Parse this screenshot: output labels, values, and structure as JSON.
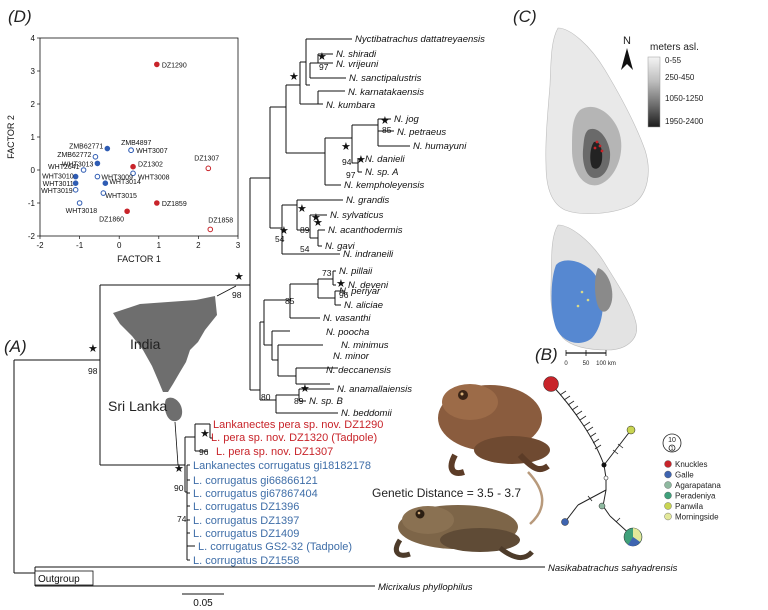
{
  "panels": {
    "a": "(A)",
    "b": "(B)",
    "c": "(C)",
    "d": "(D)"
  },
  "tree": {
    "upper_taxa": [
      "Nyctibatrachus dattatreyaensis",
      "N. shiradi",
      "N. vrijeuni",
      "N. sanctipalustris",
      "N. karnatakaensis",
      "N. kumbara",
      "N. jog",
      "N. petraeus",
      "N. humayuni",
      "N. danieli",
      "N. sp. A",
      "N. kempholeyensis",
      "N. grandis",
      "N. sylvaticus",
      "N. acanthodermis",
      "N. gavi",
      "N. indraneili",
      "N. pillaii",
      "N. deveni",
      "N. periyar",
      "N. aliciae",
      "N. vasanthi",
      "N. poocha",
      "N. minimus",
      "N. minor",
      "N. deccanensis",
      "N. anamallaiensis",
      "N. sp. B",
      "N. beddomii"
    ],
    "lanka_pera": [
      "Lankanectes pera sp. nov. DZ1290",
      "L. pera sp. nov. DZ1320 (Tadpole)",
      "L. pera sp. nov. DZ1307"
    ],
    "lanka_corrugatus": [
      "Lankanectes corrugatus gi18182178",
      "L. corrugatus gi66866121",
      "L. corrugatus gi67867404",
      "L. corrugatus DZ1396",
      "L. corrugatus DZ1397",
      "L. corrugatus DZ1409",
      "L. corrugatus GS2-32 (Tadpole)",
      "L. corrugatus DZ1558"
    ],
    "outgroup_label": "Outgroup",
    "outgroup_taxa": [
      "Nasikabatrachus sahyadrensis",
      "Micrixalus phyllophilus"
    ],
    "supports": [
      "97",
      "85",
      "94",
      "97",
      "54",
      "89",
      "54",
      "73",
      "85",
      "96",
      "89",
      "80",
      "98",
      "98",
      "96",
      "90",
      "74"
    ],
    "star": "★",
    "scale_bar": "0.05"
  },
  "map_labels": {
    "india": "India",
    "sri_lanka": "Sri Lanka"
  },
  "genetic_distance": "Genetic Distance = 3.5 - 3.7",
  "pca": {
    "xlabel": "FACTOR 1",
    "ylabel": "FACTOR 2",
    "xlim": [
      -2,
      3
    ],
    "ylim": [
      -2,
      4
    ],
    "xticks": [
      "-2",
      "-1",
      "0",
      "1",
      "2",
      "3"
    ],
    "yticks": [
      "-2",
      "-1",
      "0",
      "1",
      "2",
      "3",
      "4"
    ],
    "points": [
      {
        "label": "DZ1290",
        "x": 0.95,
        "y": 3.2,
        "kind": "red-filled"
      },
      {
        "label": "DZ1307",
        "x": 2.25,
        "y": 0.05,
        "kind": "red-open"
      },
      {
        "label": "DZ1858",
        "x": 2.3,
        "y": -1.8,
        "kind": "red-open"
      },
      {
        "label": "DZ1302",
        "x": 0.35,
        "y": 0.1,
        "kind": "red-filled"
      },
      {
        "label": "DZ1860",
        "x": 0.2,
        "y": -1.25,
        "kind": "red-filled"
      },
      {
        "label": "DZ1859",
        "x": 0.95,
        "y": -1.0,
        "kind": "red-filled"
      },
      {
        "label": "ZMB62771",
        "x": -0.3,
        "y": 0.65,
        "kind": "blue-filled"
      },
      {
        "label": "ZMB4897",
        "x": 0.3,
        "y": 0.6,
        "kind": "blue-filled"
      },
      {
        "label": "WHT3007",
        "x": 0.3,
        "y": 0.6,
        "kind": "blue-open"
      },
      {
        "label": "ZMB62772",
        "x": -0.6,
        "y": 0.4,
        "kind": "blue-open"
      },
      {
        "label": "WHT3013",
        "x": -0.55,
        "y": 0.2,
        "kind": "blue-filled"
      },
      {
        "label": "WHT2641",
        "x": -0.9,
        "y": 0.0,
        "kind": "blue-open"
      },
      {
        "label": "WHT3008",
        "x": 0.35,
        "y": -0.1,
        "kind": "blue-open"
      },
      {
        "label": "WHT3009",
        "x": -0.55,
        "y": -0.2,
        "kind": "blue-open"
      },
      {
        "label": "WHT3010",
        "x": -1.1,
        "y": -0.2,
        "kind": "blue-filled"
      },
      {
        "label": "WHT3011",
        "x": -1.1,
        "y": -0.4,
        "kind": "blue-filled"
      },
      {
        "label": "WHT3014",
        "x": -0.35,
        "y": -0.4,
        "kind": "blue-filled"
      },
      {
        "label": "WHT3019",
        "x": -1.1,
        "y": -0.6,
        "kind": "blue-open"
      },
      {
        "label": "WHT3015",
        "x": -0.4,
        "y": -0.7,
        "kind": "blue-open"
      },
      {
        "label": "WHT3018",
        "x": -1.0,
        "y": -1.0,
        "kind": "blue-open"
      }
    ]
  },
  "elevation_legend": {
    "title": "meters asl.",
    "entries": [
      {
        "label": "0-55",
        "color": "#f2f2f2"
      },
      {
        "label": "250-450",
        "color": "#bdbdbd"
      },
      {
        "label": "1050-1250",
        "color": "#6a6a6a"
      },
      {
        "label": "1950-2400",
        "color": "#1e1e1e"
      }
    ],
    "north": "N",
    "scale": [
      "0",
      "50",
      "100 km"
    ]
  },
  "network_legend": {
    "circle_label": "10",
    "circle_small": "1",
    "entries": [
      {
        "label": "Knuckles",
        "color": "#c8242a"
      },
      {
        "label": "Galle",
        "color": "#3e64b0"
      },
      {
        "label": "Agarapatana",
        "color": "#8fb9a0"
      },
      {
        "label": "Peradeniya",
        "color": "#3fa07a"
      },
      {
        "label": "Panwila",
        "color": "#c9d552"
      },
      {
        "label": "Morningside",
        "color": "#e3e89a"
      }
    ]
  },
  "colors": {
    "red": "#c8242a",
    "blue": "#3f6ea8",
    "land": "#6e6e6e"
  }
}
